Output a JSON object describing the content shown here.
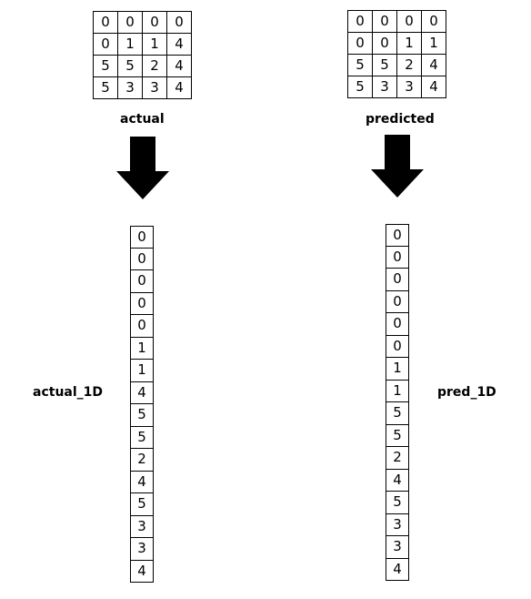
{
  "actual": {
    "label": "actual",
    "matrix": [
      [
        "0",
        "0",
        "0",
        "0"
      ],
      [
        "0",
        "1",
        "1",
        "4"
      ],
      [
        "5",
        "5",
        "2",
        "4"
      ],
      [
        "5",
        "3",
        "3",
        "4"
      ]
    ],
    "flat_label": "actual_1D",
    "flat": [
      "0",
      "0",
      "0",
      "0",
      "0",
      "1",
      "1",
      "4",
      "5",
      "5",
      "2",
      "4",
      "5",
      "3",
      "3",
      "4"
    ]
  },
  "predicted": {
    "label": "predicted",
    "matrix": [
      [
        "0",
        "0",
        "0",
        "0"
      ],
      [
        "0",
        "0",
        "1",
        "1"
      ],
      [
        "5",
        "5",
        "2",
        "4"
      ],
      [
        "5",
        "3",
        "3",
        "4"
      ]
    ],
    "flat_label": "pred_1D",
    "flat": [
      "0",
      "0",
      "0",
      "0",
      "0",
      "0",
      "1",
      "1",
      "5",
      "5",
      "2",
      "4",
      "5",
      "3",
      "3",
      "4"
    ]
  }
}
